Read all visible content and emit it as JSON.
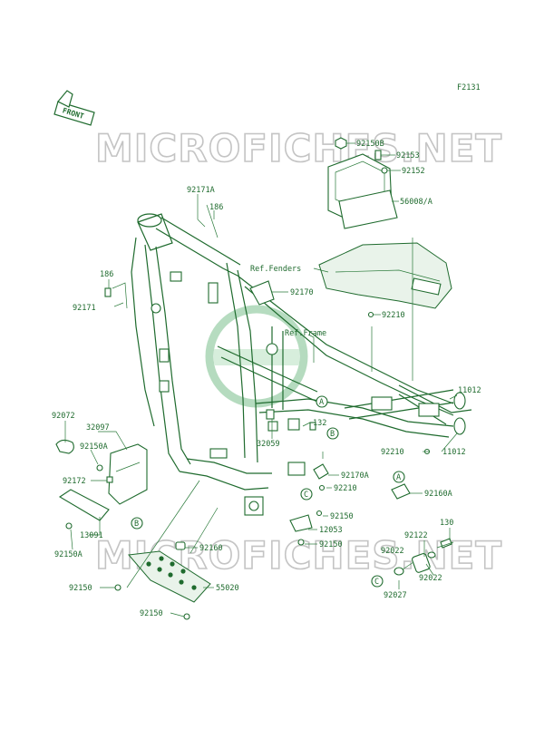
{
  "diagram": {
    "figure_id": "F2131",
    "front_badge": "FRONT",
    "watermarks": [
      "MICROFICHES.NET",
      "MICROFICHES.NET"
    ],
    "references": [
      {
        "text": "Ref.Fenders"
      },
      {
        "text": "Ref.Frame"
      }
    ],
    "callouts": [
      "A",
      "B",
      "C",
      "A",
      "B",
      "C"
    ],
    "part_labels": [
      "92150B",
      "92153",
      "92152",
      "56008/A",
      "92171A",
      "186",
      "186",
      "92171",
      "92170",
      "92210",
      "11012",
      "11012",
      "92072",
      "32097",
      "92150A",
      "92172",
      "13091",
      "92150A",
      "32059",
      "132",
      "92210",
      "92170A",
      "92210",
      "92160A",
      "92150",
      "12053",
      "92150",
      "92160",
      "55020",
      "92150",
      "92150",
      "92122",
      "130",
      "92022",
      "92022",
      "92027"
    ]
  }
}
